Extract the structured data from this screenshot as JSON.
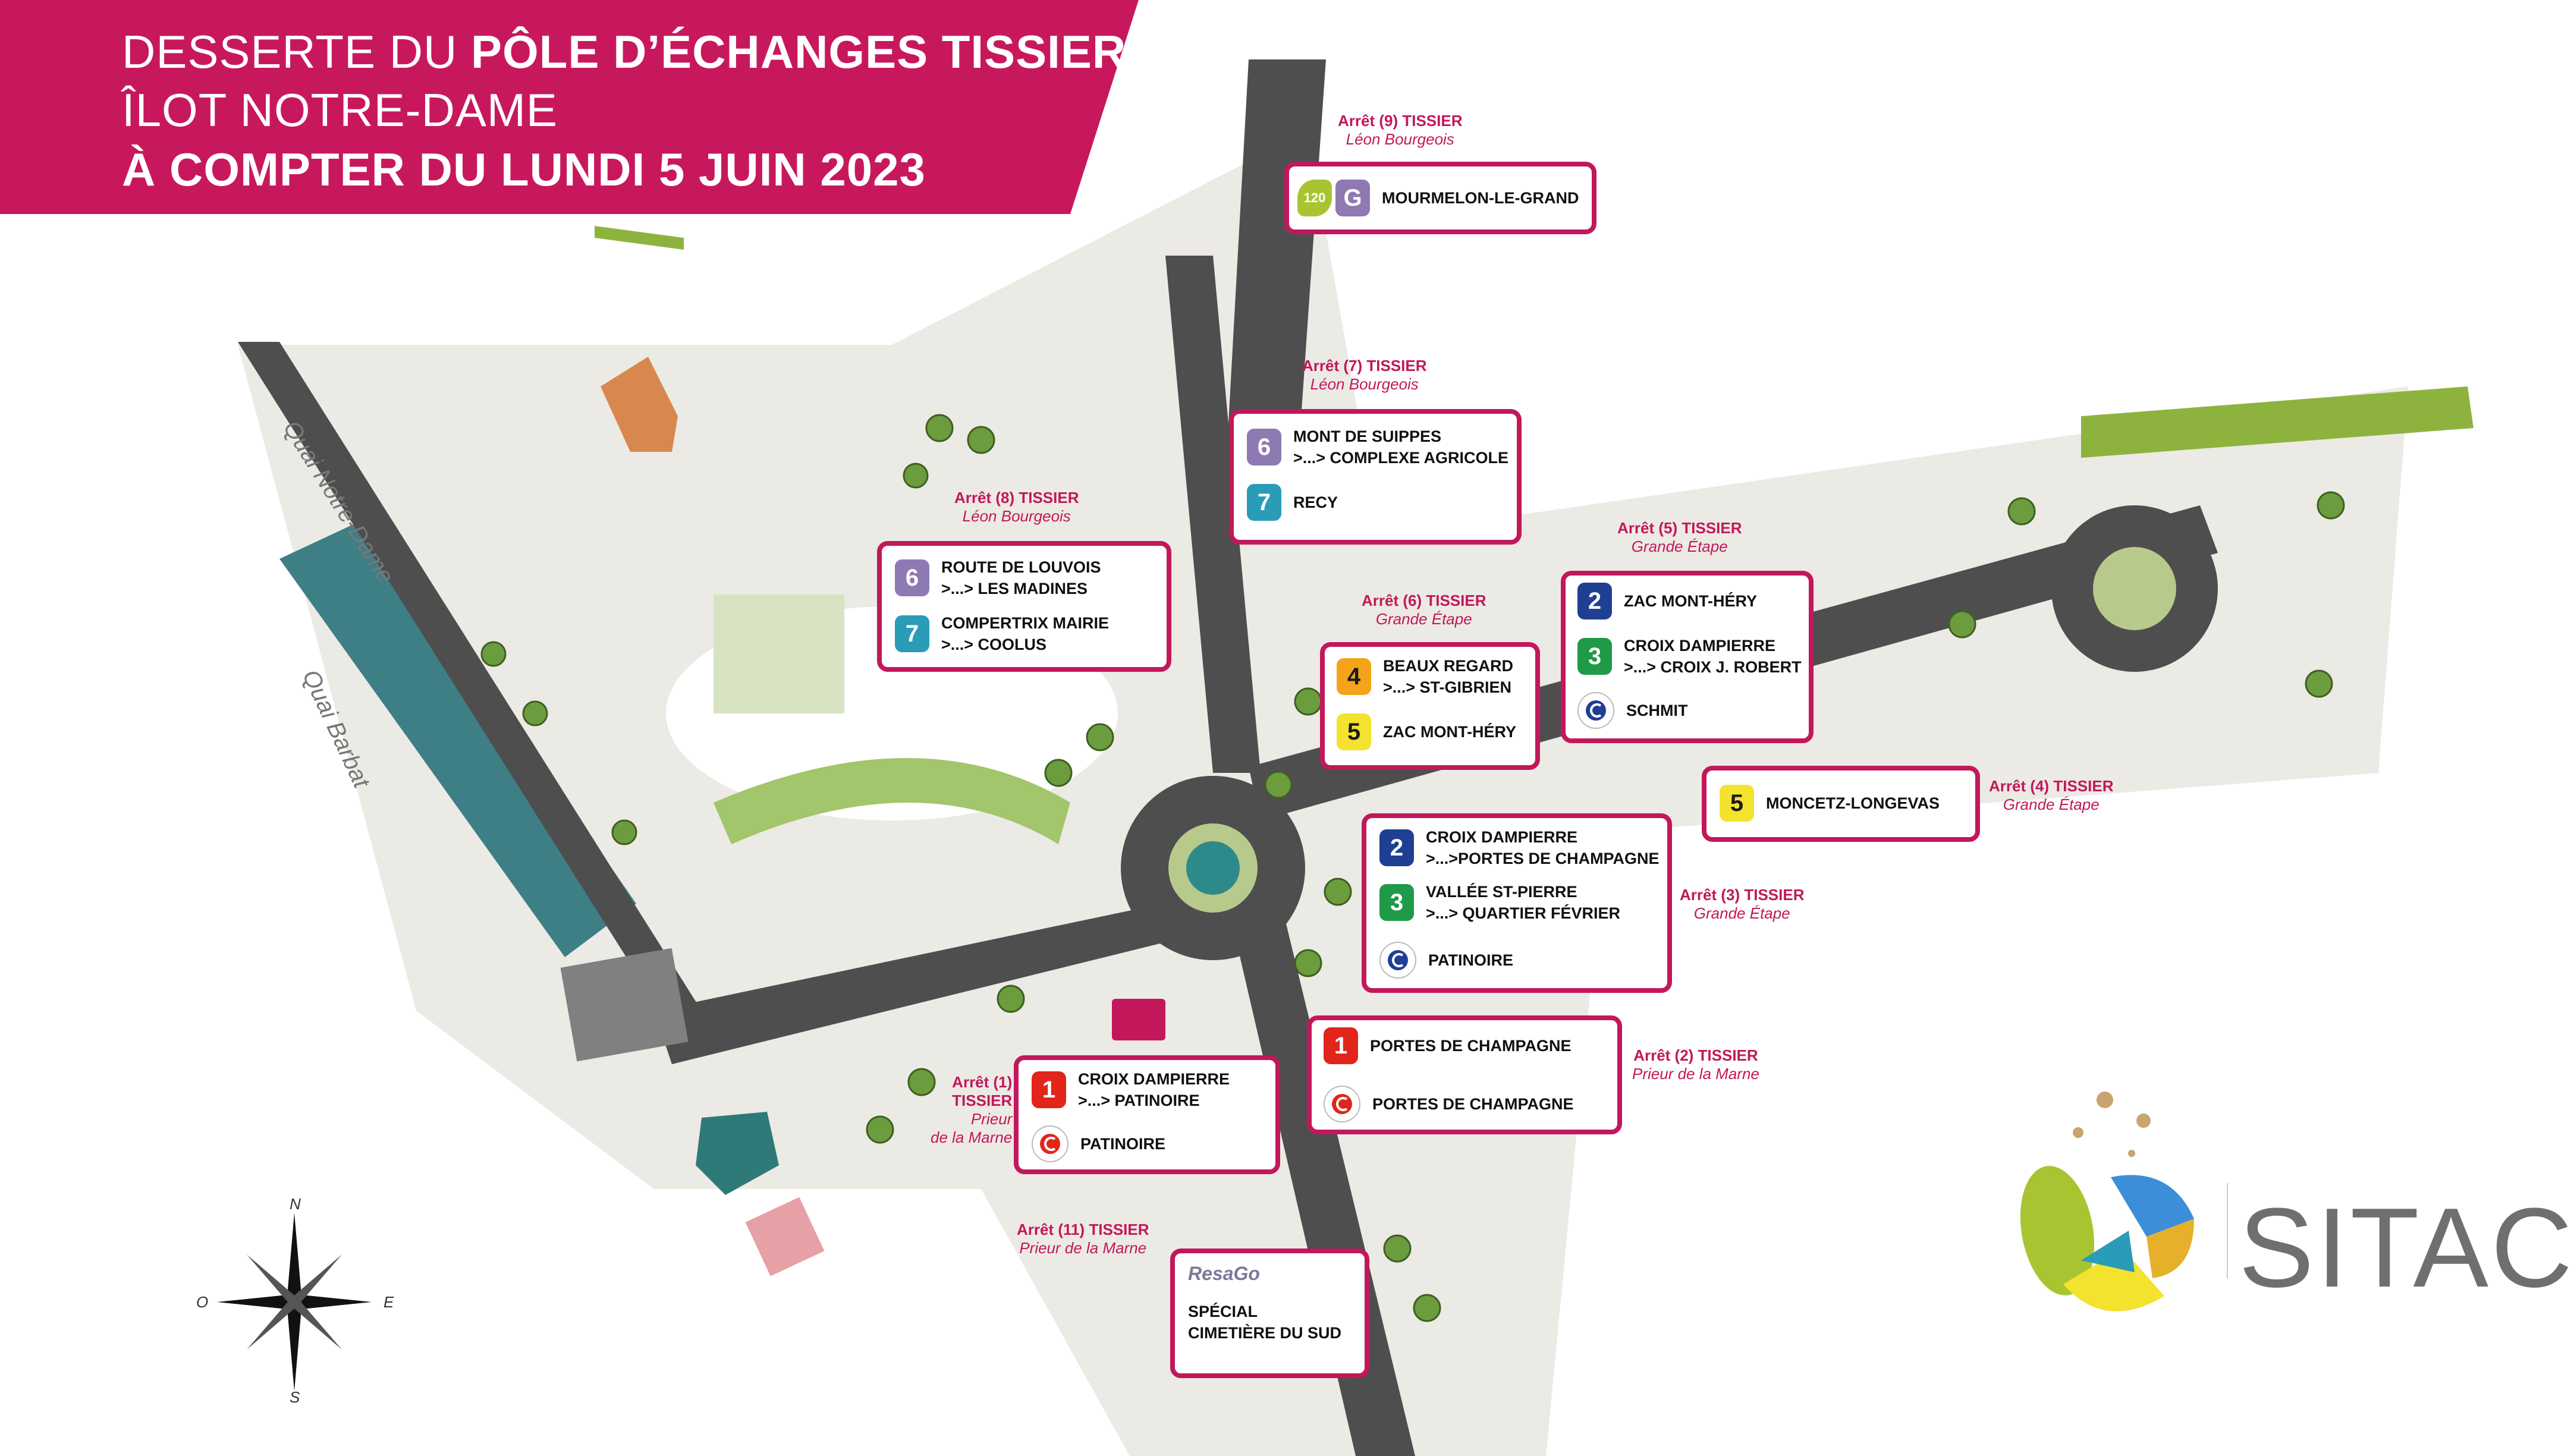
{
  "banner": {
    "line1_prefix": "DESSERTE DU ",
    "line1_bold": "PÔLE D’ÉCHANGES TISSIER",
    "line2": "ÎLOT NOTRE-DAME",
    "line3": "À COMPTER DU LUNDI 5 JUIN 2023",
    "color": "#c8185d"
  },
  "streets": {
    "quai_notre_dame": "Quai Notre-Dame",
    "quai_barbat": "Quai Barbat"
  },
  "compass": {
    "n": "N",
    "s": "S",
    "e": "E",
    "o": "O"
  },
  "stops": [
    {
      "id": "stop9",
      "name": "Arrêt (9) TISSIER",
      "sub": "Léon Bourgeois"
    },
    {
      "id": "stop7",
      "name": "Arrêt (7) TISSIER",
      "sub": "Léon Bourgeois"
    },
    {
      "id": "stop8",
      "name": "Arrêt (8) TISSIER",
      "sub": "Léon Bourgeois"
    },
    {
      "id": "stop5",
      "name": "Arrêt (5) TISSIER",
      "sub": "Grande Étape"
    },
    {
      "id": "stop6",
      "name": "Arrêt (6) TISSIER",
      "sub": "Grande Étape"
    },
    {
      "id": "stop4",
      "name": "Arrêt (4) TISSIER",
      "sub": "Grande Étape"
    },
    {
      "id": "stop3",
      "name": "Arrêt (3) TISSIER",
      "sub": "Grande Étape"
    },
    {
      "id": "stop2",
      "name": "Arrêt (2) TISSIER",
      "sub": "Prieur de la Marne"
    },
    {
      "id": "stop1",
      "name": "Arrêt (1)",
      "name2": "TISSIER",
      "sub": "Prieur",
      "sub2": "de la Marne"
    },
    {
      "id": "stop11",
      "name": "Arrêt (11) TISSIER",
      "sub": "Prieur de la Marne"
    }
  ],
  "boxes": {
    "box9": {
      "badges": [
        "120",
        "G"
      ],
      "text": "MOURMELON-LE-GRAND"
    },
    "box7": {
      "l1_badge": "6",
      "l1_a": "MONT DE SUIPPES",
      "l1_b": ">...>  COMPLEXE AGRICOLE",
      "l2_badge": "7",
      "l2_a": "RECY"
    },
    "box8": {
      "l1_badge": "6",
      "l1_a": "ROUTE DE LOUVOIS",
      "l1_b": ">...>  LES MADINES",
      "l2_badge": "7",
      "l2_a": "COMPERTRIX MAIRIE",
      "l2_b": ">...> COOLUS"
    },
    "box5": {
      "l1_badge": "2",
      "l1_a": "ZAC MONT-HÉRY",
      "l2_badge": "3",
      "l2_a": "CROIX DAMPIERRE",
      "l2_b": ">...> CROIX J. ROBERT",
      "l3_a": "SCHMIT"
    },
    "box6": {
      "l1_badge": "4",
      "l1_a": "BEAUX REGARD",
      "l1_b": ">...> ST-GIBRIEN",
      "l2_badge": "5",
      "l2_a": "ZAC MONT-HÉRY"
    },
    "box4": {
      "l1_badge": "5",
      "l1_a": "MONCETZ-LONGEVAS"
    },
    "box3": {
      "l1_badge": "2",
      "l1_a": "CROIX DAMPIERRE",
      "l1_b": ">...>PORTES DE CHAMPAGNE",
      "l2_badge": "3",
      "l2_a": "VALLÉE ST-PIERRE",
      "l2_b": ">...> QUARTIER FÉVRIER",
      "l3_a": "PATINOIRE"
    },
    "box2": {
      "l1_badge": "1",
      "l1_a": "PORTES DE CHAMPAGNE",
      "l2_a": "PORTES DE CHAMPAGNE"
    },
    "box1": {
      "l1_badge": "1",
      "l1_a": "CROIX DAMPIERRE",
      "l1_b": ">...> PATINOIRE",
      "l2_a": "PATINOIRE"
    },
    "box11": {
      "logo": "ResaGo",
      "l1_a": "SPÉCIAL",
      "l1_b": "CIMETIÈRE DU SUD"
    }
  },
  "line_colors": {
    "1": "#e1251b",
    "2": "#1f3f93",
    "3": "#1f9a48",
    "4": "#f5a31a",
    "5": "#f3e22e",
    "6": "#8e79b3",
    "7": "#2a9cb8",
    "120": "#a8c531",
    "G": "#8e79b3"
  },
  "logo": {
    "text": "SITAC"
  }
}
